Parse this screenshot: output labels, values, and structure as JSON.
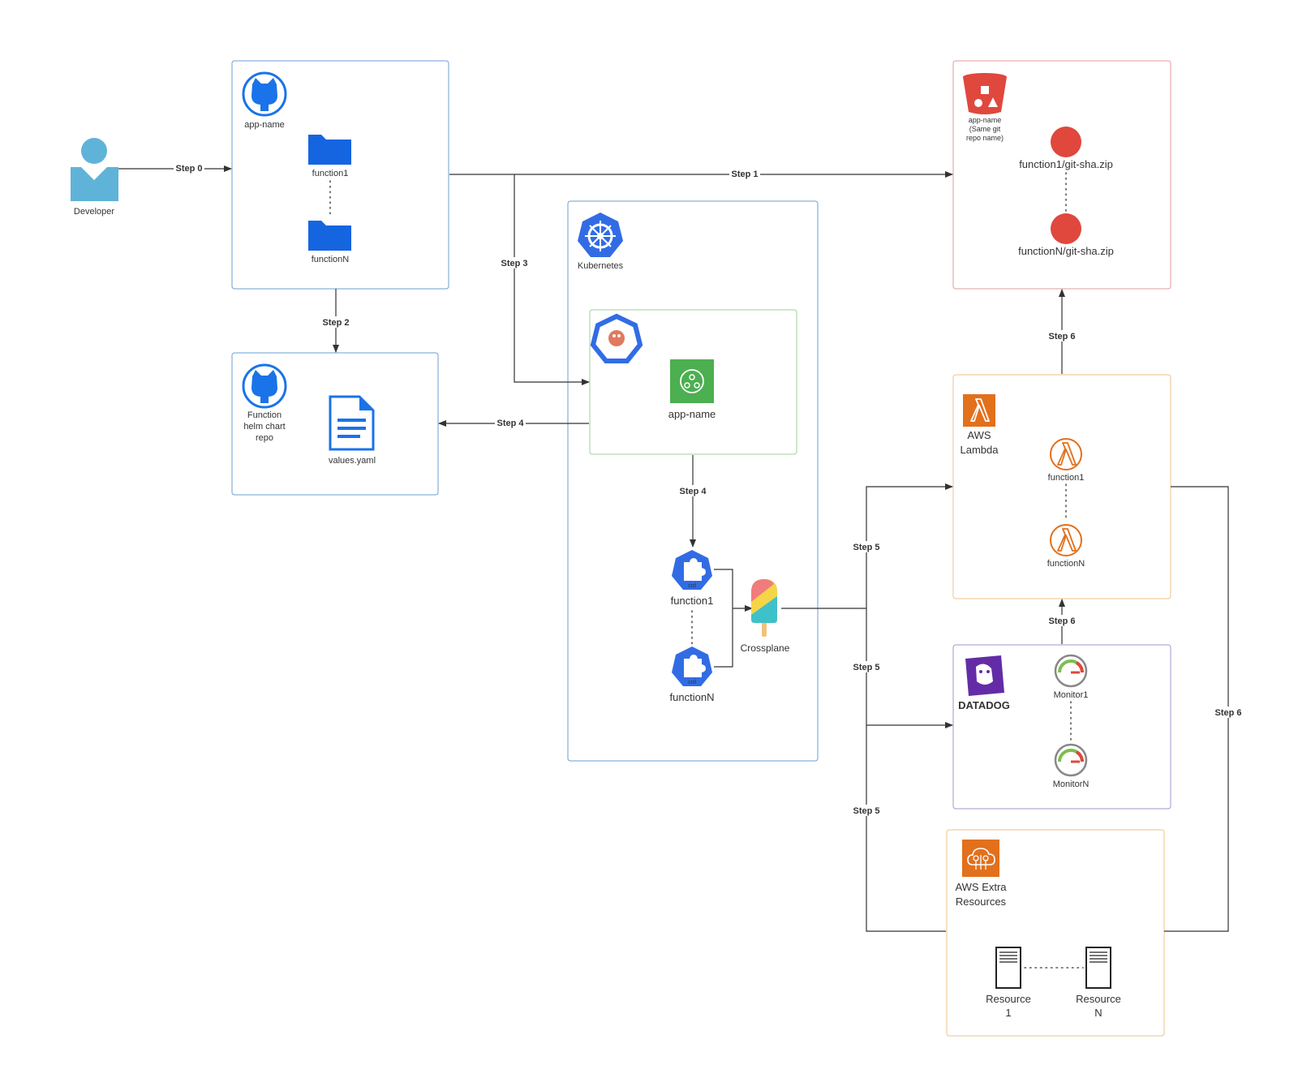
{
  "developer": {
    "label": "Developer"
  },
  "app_repo": {
    "title": "app-name",
    "folder1": "function1",
    "folderN": "functionN"
  },
  "helm_repo": {
    "title_line1": "Function",
    "title_line2": "helm chart",
    "title_line3": "repo",
    "file": "values.yaml"
  },
  "kubernetes": {
    "title": "Kubernetes"
  },
  "argocd": {
    "app": "app-name"
  },
  "crds": {
    "function1": "function1",
    "functionN": "functionN",
    "badge": "crd",
    "crossplane": "Crossplane"
  },
  "s3": {
    "title_line1": "app-name",
    "title_line2": "(Same git",
    "title_line3": "repo name)",
    "object1": "function1/git-sha.zip",
    "objectN": "functionN/git-sha.zip"
  },
  "lambda": {
    "title_line1": "AWS",
    "title_line2": "Lambda",
    "function1": "function1",
    "functionN": "functionN"
  },
  "datadog": {
    "brand": "DATADOG",
    "monitor1": "Monitor1",
    "monitorN": "MonitorN"
  },
  "aws_extra": {
    "title_line1": "AWS Extra",
    "title_line2": "Resources",
    "res1_line1": "Resource",
    "res1_line2": "1",
    "resN_line1": "Resource",
    "resN_line2": "N"
  },
  "steps": {
    "s0": "Step 0",
    "s1": "Step 1",
    "s2": "Step 2",
    "s3": "Step 3",
    "s4a": "Step 4",
    "s4b": "Step 4",
    "s5a": "Step 5",
    "s5b": "Step 5",
    "s5c": "Step 5",
    "s6a": "Step 6",
    "s6b": "Step 6",
    "s6c": "Step 6"
  },
  "colors": {
    "github": "#1a73e8",
    "folder": "#1565e0",
    "k8s": "#326ce5",
    "argo_green": "#4caf50",
    "s3_red": "#e0473d",
    "aws_orange": "#e2701c",
    "datadog_purple": "#632ca6",
    "developer": "#5fb3d9",
    "box_blue": "#6a9fd0",
    "box_green": "#9ed09a",
    "box_red": "#e49a9a",
    "box_orange": "#efc08a",
    "box_purple": "#9a9ad0"
  }
}
